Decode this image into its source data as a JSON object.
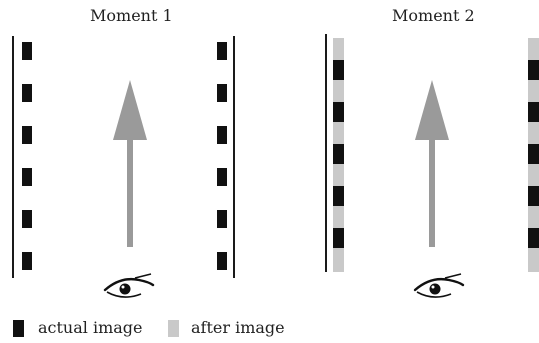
{
  "panels": [
    {
      "title": "Moment 1"
    },
    {
      "title": "Moment 2"
    }
  ],
  "legend": [
    {
      "label": "actual image",
      "color": "#111111"
    },
    {
      "label": "after image",
      "color": "#c9c9c9"
    }
  ],
  "colors": {
    "arrow": "#9a9a9a",
    "line": "#1a1a1a"
  },
  "icons": [
    "eye-icon",
    "up-arrow-icon"
  ]
}
